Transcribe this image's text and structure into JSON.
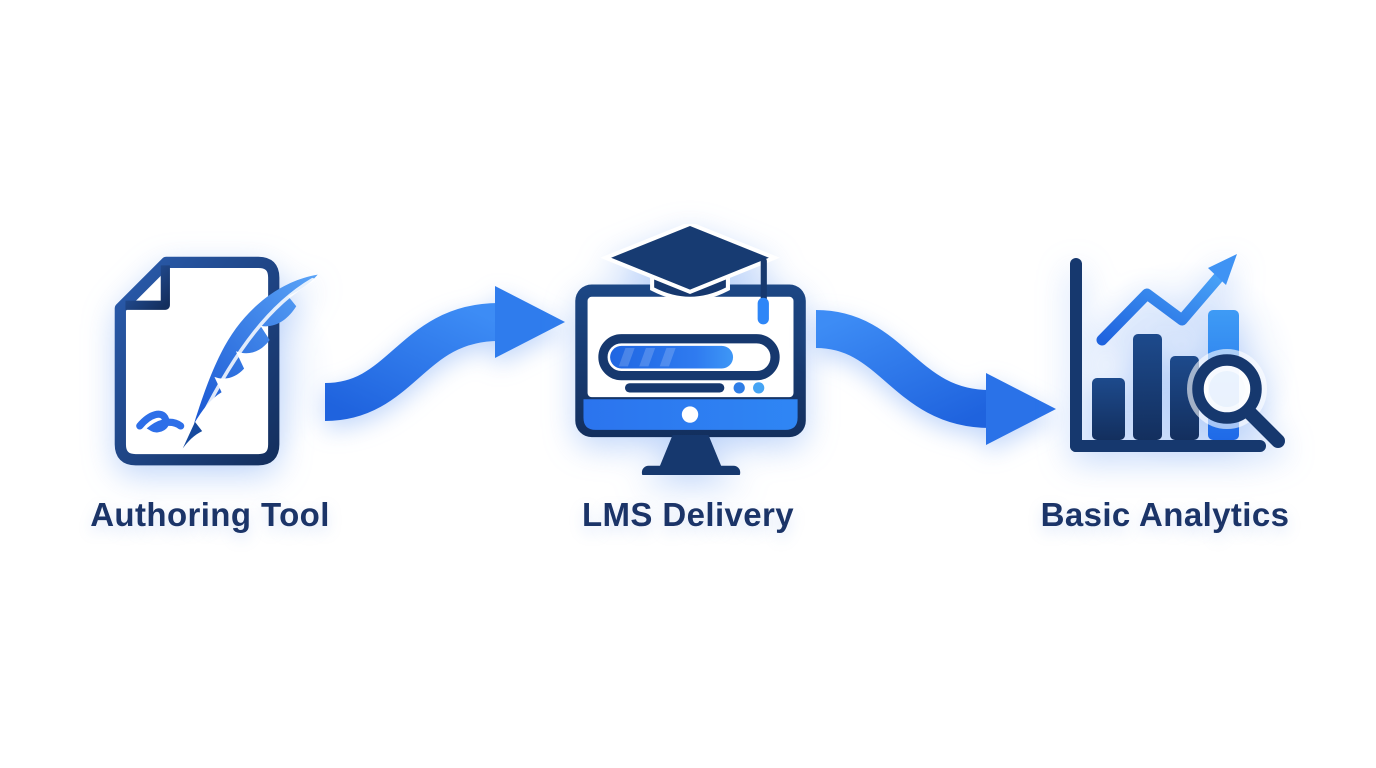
{
  "diagram": {
    "type": "process-flow",
    "background": "#ffffff",
    "colors": {
      "navy": "#16386e",
      "accent_blue": "#2b74ee",
      "light_blue": "#45a4f4",
      "label_text": "#1b3468"
    },
    "steps": [
      {
        "label": "Authoring Tool",
        "icon": "document-quill-icon"
      },
      {
        "label": "LMS Delivery",
        "icon": "monitor-graduation-cap-icon"
      },
      {
        "label": "Basic Analytics",
        "icon": "bar-chart-magnifier-icon"
      }
    ],
    "connectors": [
      {
        "icon": "s-curve-arrow-icon",
        "from": "Authoring Tool",
        "to": "LMS Delivery"
      },
      {
        "icon": "s-curve-arrow-icon",
        "from": "LMS Delivery",
        "to": "Basic Analytics"
      }
    ]
  }
}
